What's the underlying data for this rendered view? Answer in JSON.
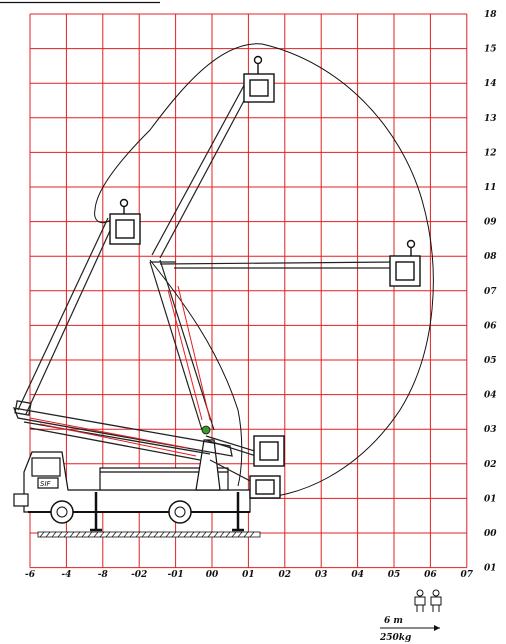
{
  "diagram": {
    "right_axis_labels": [
      "18",
      "15",
      "14",
      "13",
      "12",
      "11",
      "09",
      "08",
      "07",
      "06",
      "05",
      "04",
      "03",
      "02",
      "01",
      "00",
      "01"
    ],
    "bottom_axis_labels": [
      "-6",
      "-4",
      "-8",
      "-02",
      "-01",
      "00",
      "01",
      "02",
      "03",
      "04",
      "05",
      "06",
      "07"
    ],
    "capacity": {
      "reach": "6 m",
      "load": "250kg"
    },
    "colors": {
      "grid": "#e02020",
      "envelope": "#111111",
      "boom": "#222222"
    },
    "icons": [
      "person-icon",
      "person-icon"
    ]
  }
}
